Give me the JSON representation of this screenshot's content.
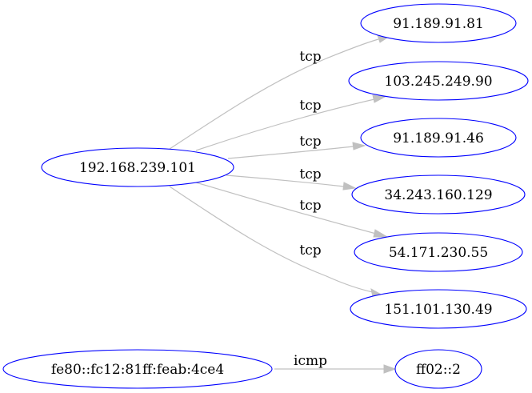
{
  "nodes": [
    {
      "id": "src1",
      "label": "192.168.239.101"
    },
    {
      "id": "d1",
      "label": "91.189.91.81"
    },
    {
      "id": "d2",
      "label": "103.245.249.90"
    },
    {
      "id": "d3",
      "label": "91.189.91.46"
    },
    {
      "id": "d4",
      "label": "34.243.160.129"
    },
    {
      "id": "d5",
      "label": "54.171.230.55"
    },
    {
      "id": "d6",
      "label": "151.101.130.49"
    },
    {
      "id": "src2",
      "label": "fe80::fc12:81ff:feab:4ce4"
    },
    {
      "id": "d7",
      "label": "ff02::2"
    }
  ],
  "edges": [
    {
      "from": "src1",
      "to": "d1",
      "label": "tcp"
    },
    {
      "from": "src1",
      "to": "d2",
      "label": "tcp"
    },
    {
      "from": "src1",
      "to": "d3",
      "label": "tcp"
    },
    {
      "from": "src1",
      "to": "d4",
      "label": "tcp"
    },
    {
      "from": "src1",
      "to": "d5",
      "label": "tcp"
    },
    {
      "from": "src1",
      "to": "d6",
      "label": "tcp"
    },
    {
      "from": "src2",
      "to": "d7",
      "label": "icmp"
    }
  ],
  "colors": {
    "node_border": "#0000ff",
    "edge": "#c0c0c0",
    "text": "#000000"
  }
}
